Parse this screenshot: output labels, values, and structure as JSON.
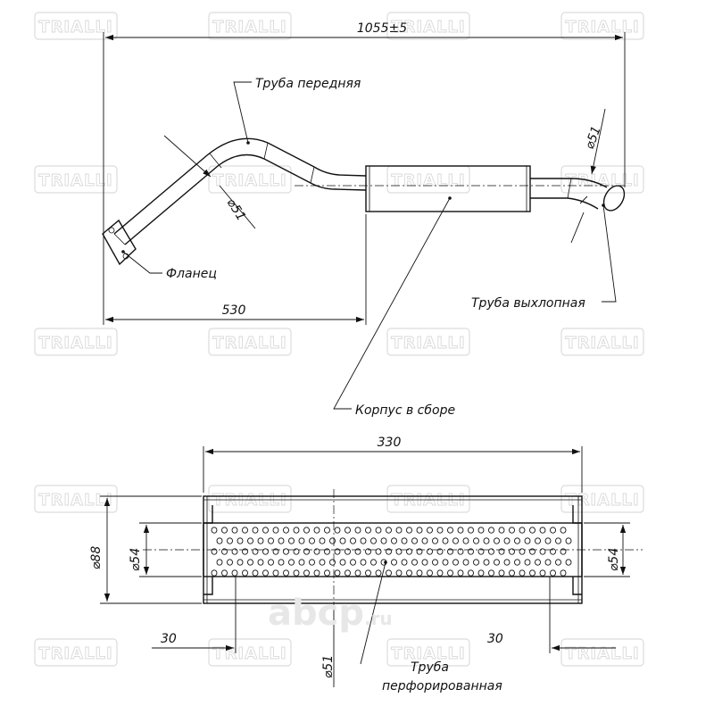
{
  "watermark": {
    "brand": "TRIALLI",
    "site_logo": "abcp",
    "site_suffix": ".ru"
  },
  "top_view": {
    "overall_length": "1055±5",
    "front_section_length": "530",
    "label_front_pipe": "Труба передняя",
    "label_flange": "Фланец",
    "label_exhaust_pipe": "Труба выхлопная",
    "label_body": "Корпус в сборе",
    "front_pipe_diameter": "51",
    "exhaust_pipe_diameter": "51"
  },
  "section_view": {
    "body_length": "330",
    "outer_diameter": "88",
    "inner_diameter_left": "54",
    "inner_diameter_right": "54",
    "pipe_diameter": "51",
    "end_offset_left": "30",
    "end_offset_right": "30",
    "label_perforated_line1": "Труба",
    "label_perforated_line2": "перфорированная"
  },
  "symbols": {
    "diameter": "⌀"
  }
}
